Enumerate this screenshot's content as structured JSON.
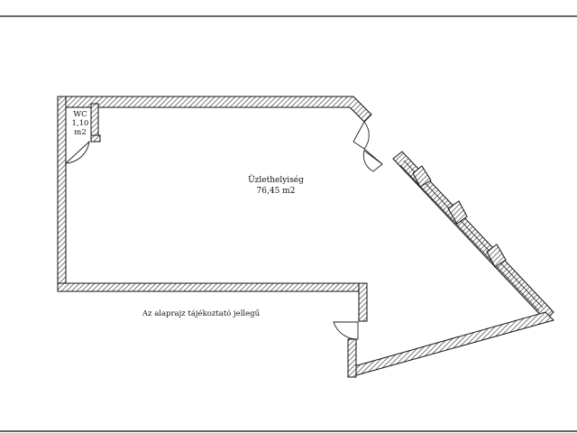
{
  "floorplan": {
    "rooms": [
      {
        "name": "WC",
        "area_line1": "1,10",
        "area_line2": "m2"
      },
      {
        "name": "Üzlethelyiség",
        "area": "76,45 m2"
      }
    ],
    "note": "Az alaprajz tájékoztató jellegű",
    "colors": {
      "wall_fill": "#ffffff",
      "wall_hatch": "#444444",
      "outline": "#111111",
      "frame": "#333333"
    }
  }
}
